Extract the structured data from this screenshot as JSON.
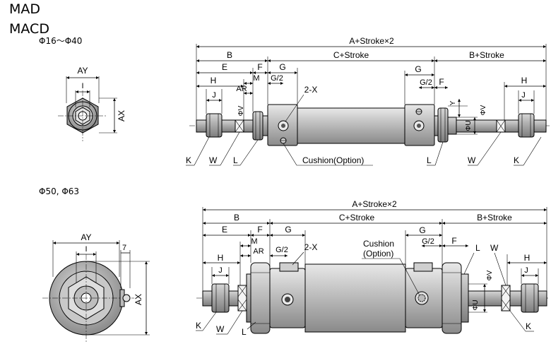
{
  "header": {
    "model_1": "MAD",
    "model_2": "MACD",
    "range_top": "Φ16～Φ40",
    "range_bottom": "Φ50, Φ63"
  },
  "top": {
    "overall": "A+Stroke×2",
    "B": "B",
    "C_stroke": "C+Stroke",
    "B_stroke": "B+Stroke",
    "E": "E",
    "F": "F",
    "G": "G",
    "M": "M",
    "H": "H",
    "AR": "AR",
    "G2": "G/2",
    "twoX": "2-X",
    "J": "J",
    "V": "ΦV",
    "U": "ΦU",
    "Y": "Y",
    "K": "K",
    "W": "W",
    "L": "L",
    "cushion": "Cushion(Option)",
    "side_AY": "AY",
    "side_I": "I",
    "side_AX": "AX"
  },
  "bottom": {
    "overall": "A+Stroke×2",
    "B": "B",
    "C_stroke": "C+Stroke",
    "B_stroke": "B+Stroke",
    "E": "E",
    "F": "F",
    "G": "G",
    "M": "M",
    "H": "H",
    "AR": "AR",
    "G2": "G/2",
    "twoX": "2-X",
    "J": "J",
    "U": "ΦU",
    "V": "ΦV",
    "K": "K",
    "W": "W",
    "L": "L",
    "cushion_1": "Cushion",
    "cushion_2": "(Option)",
    "side_AY": "AY",
    "side_I": "I",
    "side_7": "7",
    "side_AX": "AX"
  }
}
